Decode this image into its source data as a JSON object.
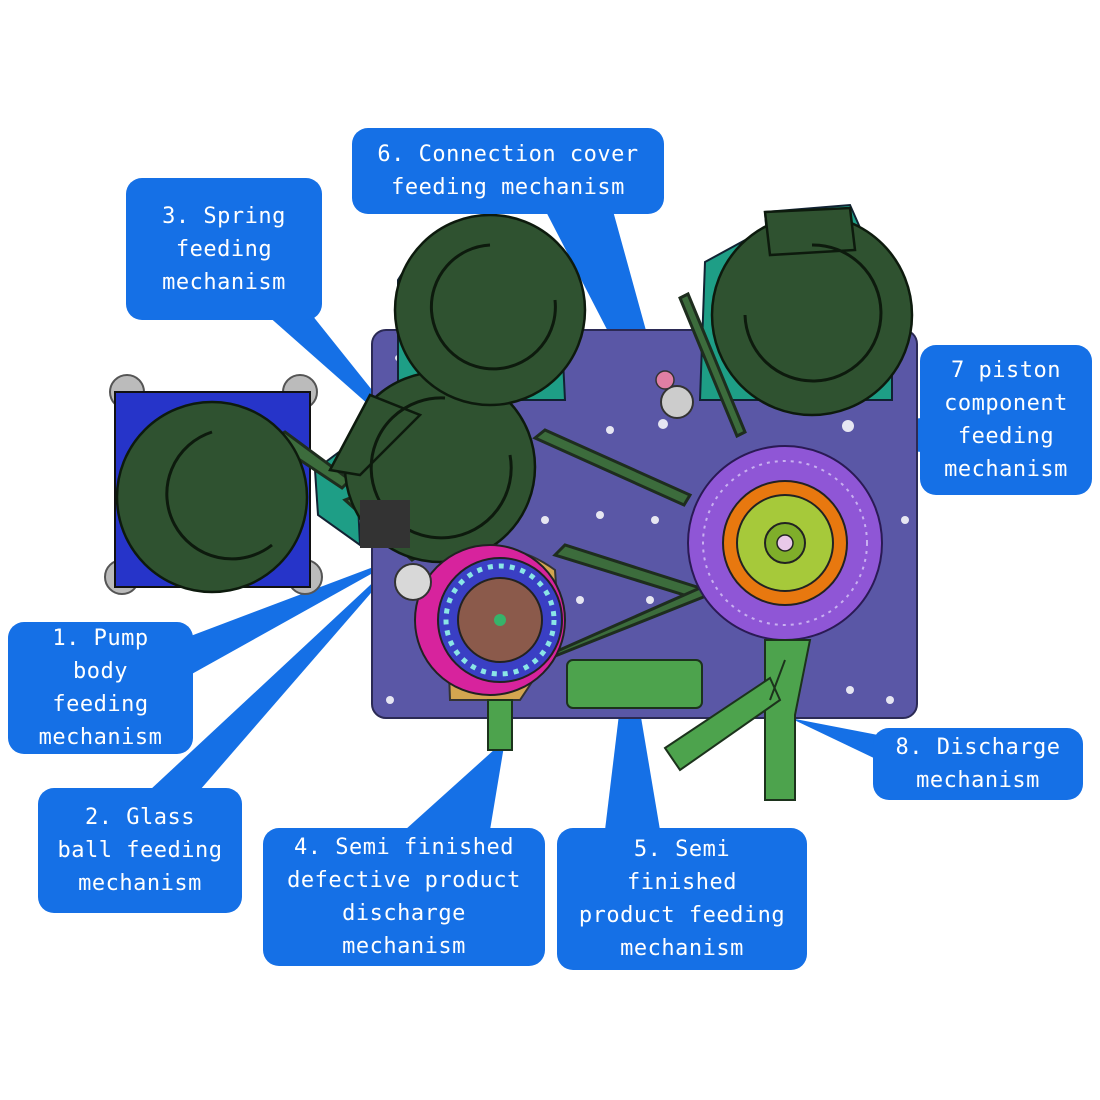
{
  "colors": {
    "callout_blue": "#1570e6",
    "base_plate": "#5a57a6",
    "bowl_green": "#2f5230",
    "teal": "#1e9e86",
    "purple_ring": "#8f56d6",
    "orange_ring": "#e8780f",
    "magenta_ring": "#d7239d",
    "discharge_green": "#4da34d"
  },
  "callouts": [
    {
      "id": "pump",
      "text": "1. Pump\nbody\nfeeding\nmechanism"
    },
    {
      "id": "glass",
      "text": "2. Glass\nball feeding\nmechanism"
    },
    {
      "id": "spring",
      "text": "3. Spring\nfeeding\nmechanism"
    },
    {
      "id": "defective",
      "text": "4. Semi finished\ndefective product\ndischarge\nmechanism"
    },
    {
      "id": "semi",
      "text": "5. Semi\nfinished\nproduct feeding\nmechanism"
    },
    {
      "id": "cover",
      "text": "6. Connection cover\nfeeding mechanism"
    },
    {
      "id": "piston",
      "text": "7 piston\ncomponent\nfeeding\nmechanism"
    },
    {
      "id": "discharge",
      "text": "8. Discharge\nmechanism"
    }
  ]
}
